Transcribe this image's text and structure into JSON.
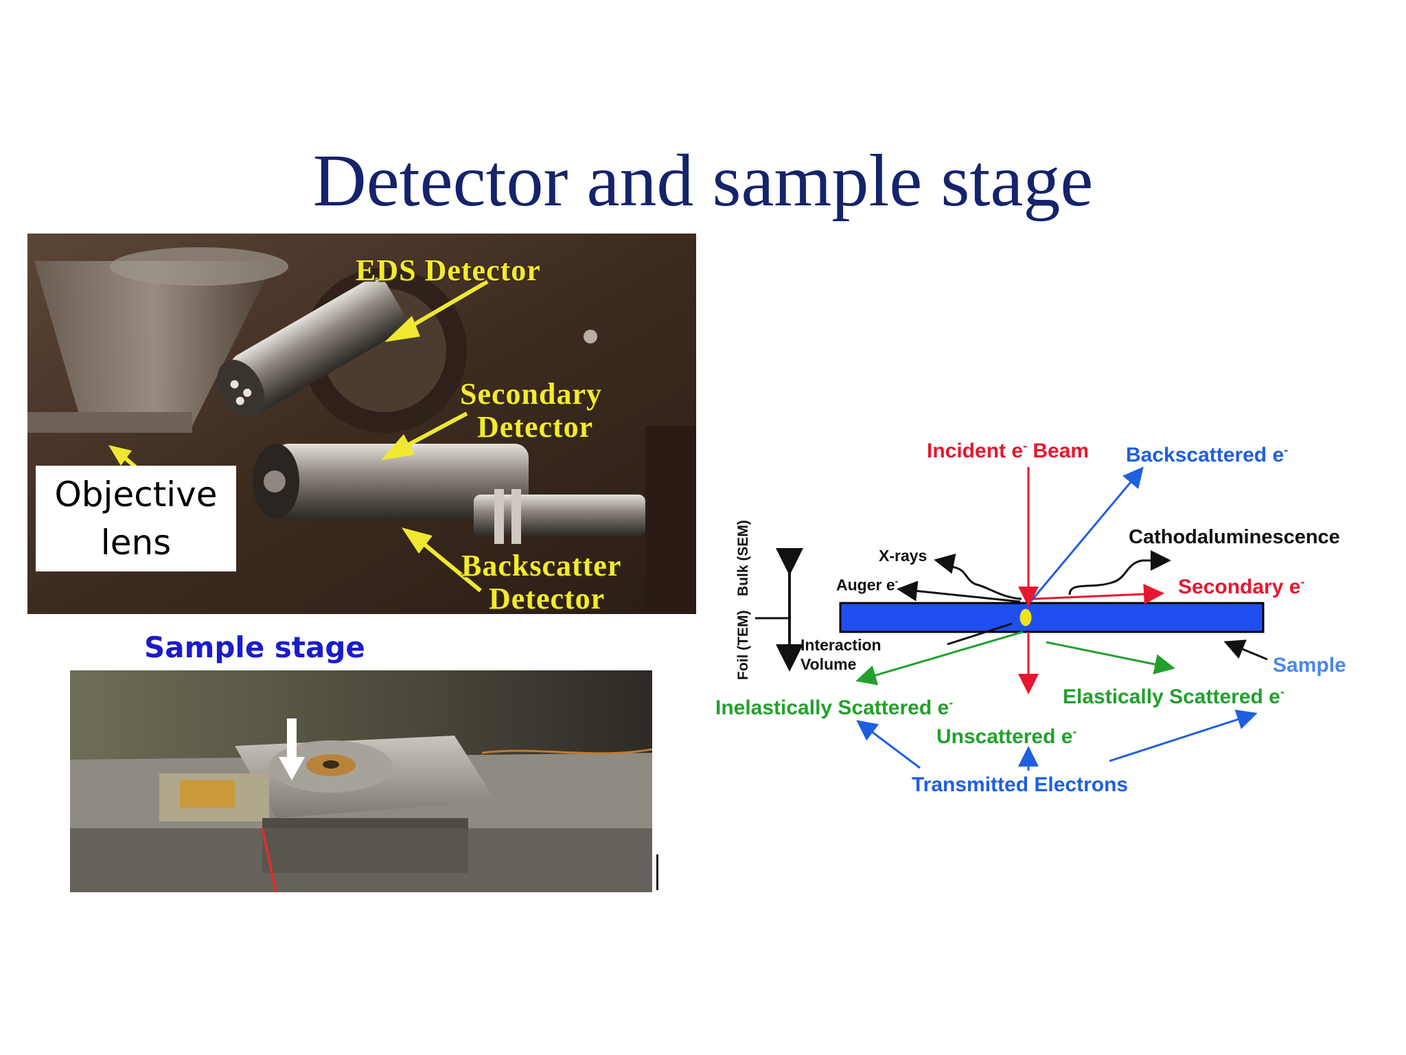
{
  "slide": {
    "title": "Detector and sample stage"
  },
  "photo_top": {
    "labels": {
      "eds_detector": "EDS Detector",
      "secondary_line1": "Secondary",
      "secondary_line2": "Detector",
      "backscatter_line1": "Backscatter",
      "backscatter_line2": "Detector",
      "objective_line1": "Objective",
      "objective_line2": "lens"
    }
  },
  "photo_bottom": {
    "label": "Sample stage"
  },
  "diagram": {
    "incident_beam": {
      "prefix": "Incident e",
      "sup": "-",
      "suffix": " Beam"
    },
    "backscattered": {
      "text": "Backscattered e",
      "sup": "-"
    },
    "cathodaluminescence": "Cathodaluminescence",
    "xrays": "X-rays",
    "auger": {
      "text": "Auger e",
      "sup": "-"
    },
    "secondary": {
      "text": "Secondary e",
      "sup": "-"
    },
    "bulk_axis": "Bulk (SEM)",
    "foil_axis": "Foil (TEM)",
    "interaction_line1": "Interaction",
    "interaction_line2": "Volume",
    "sample": "Sample",
    "elastic": {
      "text": "Elastically Scattered e",
      "sup": "-"
    },
    "inelastic": {
      "text": "Inelastically Scattered e",
      "sup": "-"
    },
    "unscattered": {
      "text": "Unscattered e",
      "sup": "-"
    },
    "transmitted": "Transmitted Electrons",
    "colors": {
      "incident": "#e8162e",
      "backscattered": "#1e5fe0",
      "scattered": "#22a02c",
      "sample_fill": "#1f4ff0",
      "interaction": "#f2e21a"
    }
  }
}
